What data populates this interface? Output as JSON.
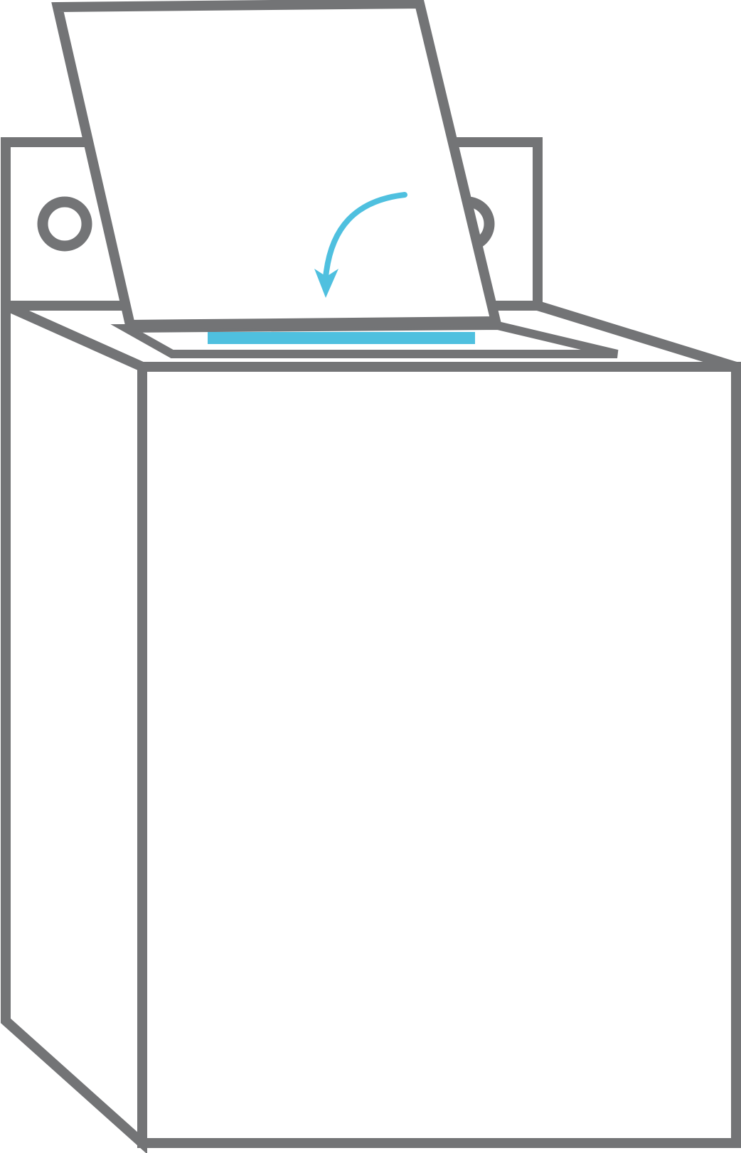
{
  "diagram": {
    "subject": "bag-closing-instruction",
    "colors": {
      "background": "#ffffff",
      "outline": "#737476",
      "accent": "#4fc0df"
    },
    "parts": [
      {
        "name": "bag-body",
        "color": "outline"
      },
      {
        "name": "top-flap",
        "color": "outline"
      },
      {
        "name": "adhesive-strip",
        "color": "accent"
      },
      {
        "name": "fold-arrow-icon",
        "color": "accent"
      }
    ],
    "text": []
  }
}
